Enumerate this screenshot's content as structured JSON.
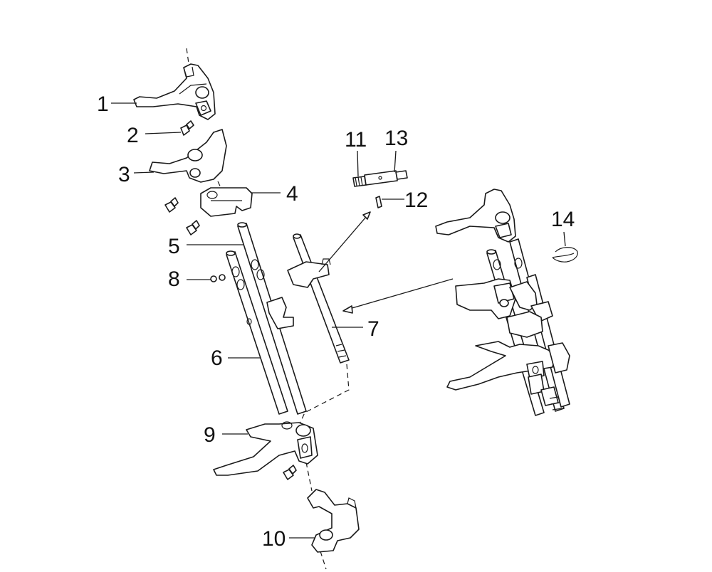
{
  "diagram": {
    "callouts": [
      {
        "id": "1",
        "text": "1"
      },
      {
        "id": "2",
        "text": "2"
      },
      {
        "id": "3",
        "text": "3"
      },
      {
        "id": "4",
        "text": "4"
      },
      {
        "id": "5",
        "text": "5"
      },
      {
        "id": "6",
        "text": "6"
      },
      {
        "id": "7",
        "text": "7"
      },
      {
        "id": "8",
        "text": "8"
      },
      {
        "id": "9",
        "text": "9"
      },
      {
        "id": "10",
        "text": "10"
      },
      {
        "id": "11",
        "text": "11"
      },
      {
        "id": "12",
        "text": "12"
      },
      {
        "id": "13",
        "text": "13"
      },
      {
        "id": "14",
        "text": "14"
      }
    ],
    "colors": {
      "line": "#1a1a1a",
      "background": "#ffffff",
      "text": "#111111"
    }
  }
}
